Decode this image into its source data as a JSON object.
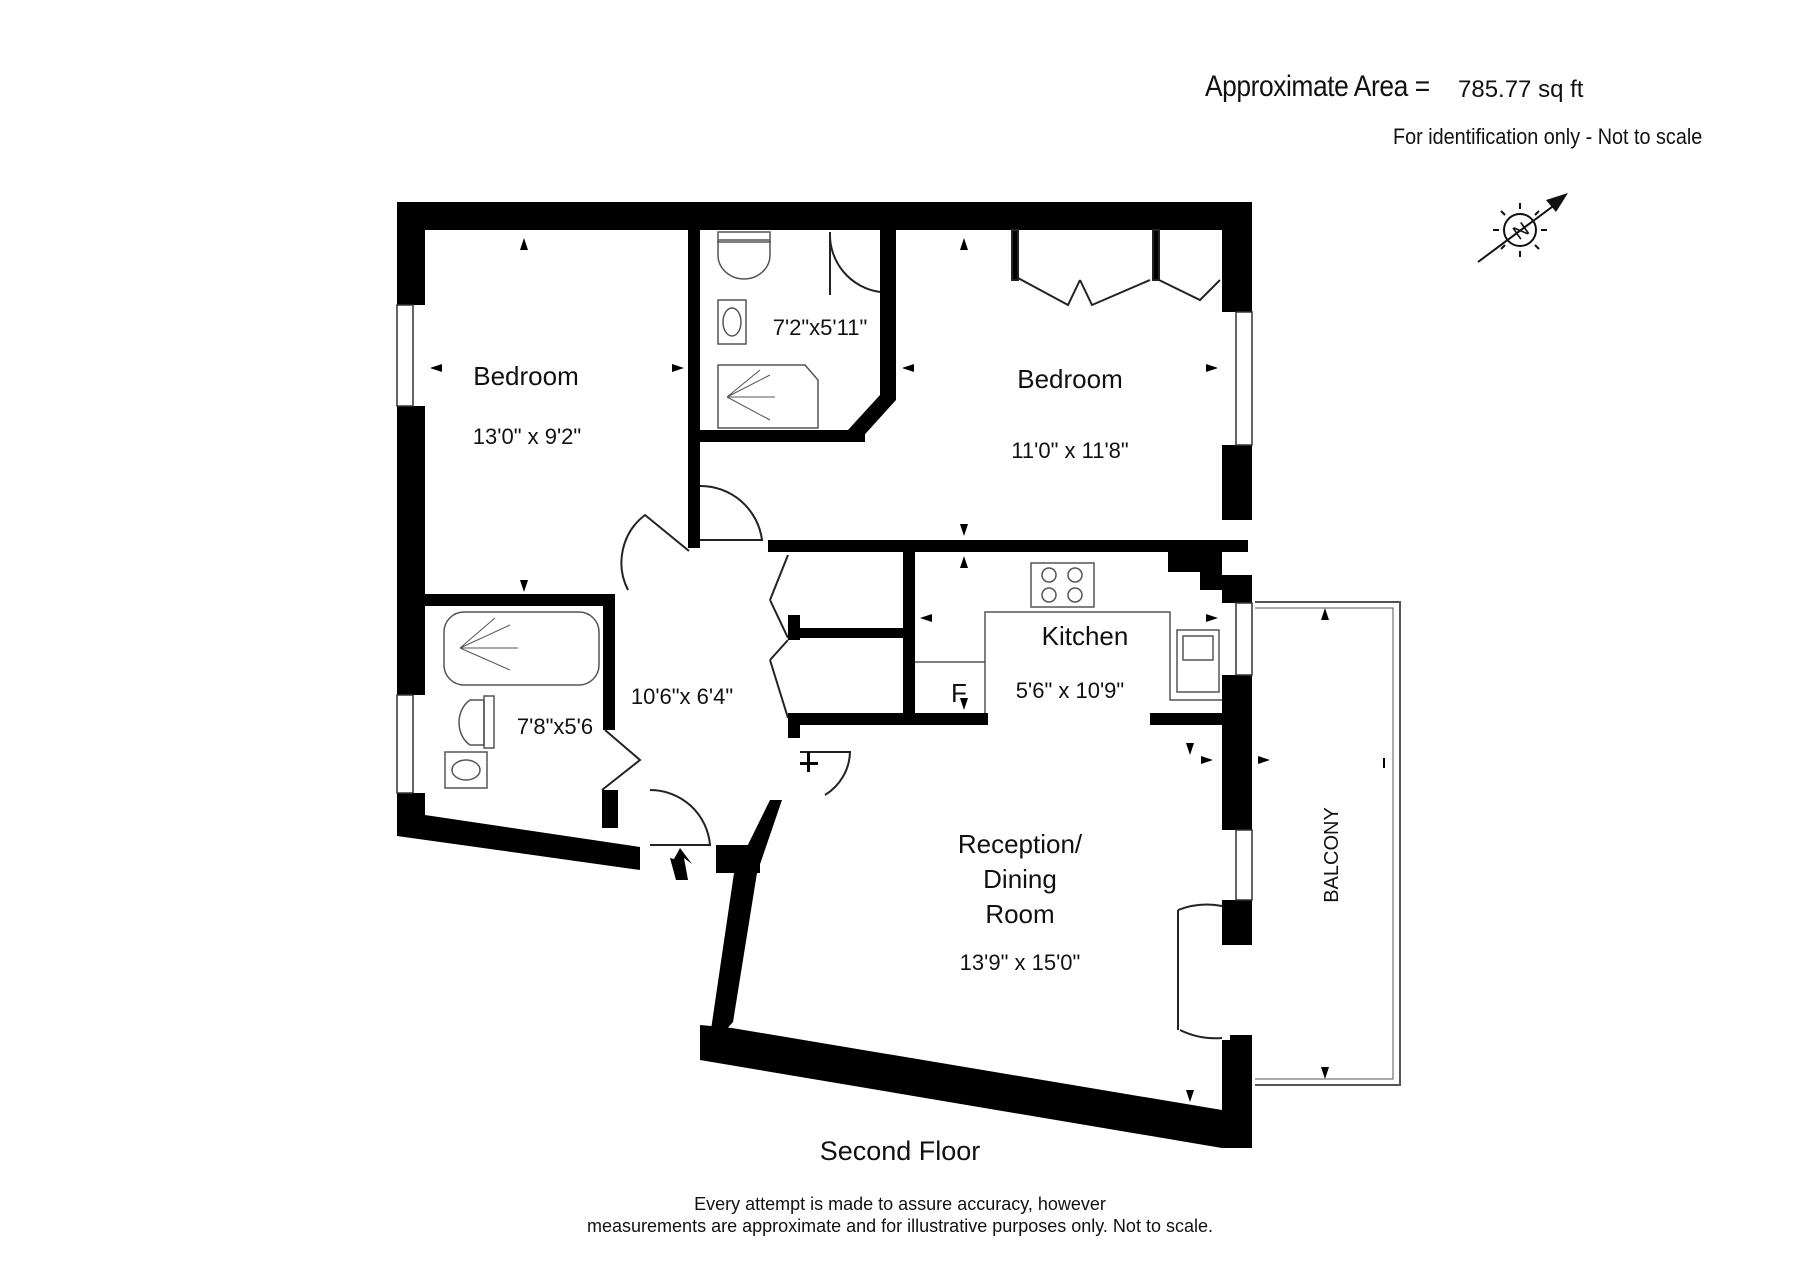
{
  "header": {
    "area_label": "Approximate Area =",
    "area_value": "785.77 sq ft",
    "identification_note": "For identification only - Not to scale"
  },
  "compass": {
    "label": "N",
    "icon": "north-arrow-icon"
  },
  "rooms": {
    "bedroom_left": {
      "name": "Bedroom",
      "size": "13'0\" x 9'2\""
    },
    "ensuite": {
      "size": "7'2\"x5'11\""
    },
    "bedroom_right": {
      "name": "Bedroom",
      "size": "11'0\" x 11'8\""
    },
    "bathroom": {
      "size": "7'8\"x5'6"
    },
    "hall": {
      "size": "10'6\"x 6'4\""
    },
    "kitchen": {
      "name": "Kitchen",
      "size": "5'6\" x 10'9\""
    },
    "fridge": {
      "label": "F"
    },
    "reception": {
      "name_line1": "Reception/",
      "name_line2": "Dining",
      "name_line3": "Room",
      "size": "13'9\" x 15'0\""
    },
    "balcony": {
      "name": "BALCONY"
    }
  },
  "floor_label": "Second Floor",
  "disclaimer": {
    "line1": "Every attempt is made to assure accuracy, however",
    "line2": "measurements are approximate and for illustrative purposes only. Not to scale."
  },
  "colors": {
    "wall": "#000000",
    "fixture": "#555555",
    "background": "#ffffff"
  }
}
